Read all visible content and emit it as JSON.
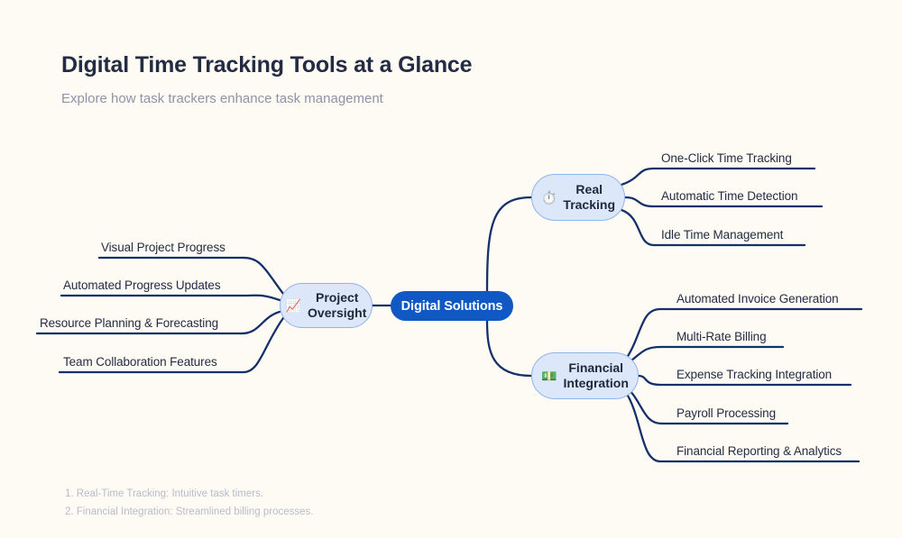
{
  "header": {
    "title": "Digital Time Tracking Tools at a Glance",
    "subtitle": "Explore how task trackers enhance task management"
  },
  "colors": {
    "background": "#fdfbf3",
    "title": "#242c44",
    "subtitle": "#8e93a8",
    "root_fill": "#1059c4",
    "root_text": "#ffffff",
    "branch_fill": "#dce7fa",
    "branch_border": "#8fb4ea",
    "branch_text": "#20283f",
    "edge": "#15306b",
    "leaf_text": "#242c44",
    "footer_text": "#b9bcca"
  },
  "mindmap": {
    "root": {
      "label": "Digital Solutions"
    },
    "branches": [
      {
        "id": "project-oversight",
        "label": "Project\nOversight",
        "emoji": "📈",
        "icon_name": "chart-increasing-icon",
        "side": "left",
        "leaves": [
          {
            "label": "Visual Project Progress"
          },
          {
            "label": "Automated Progress Updates"
          },
          {
            "label": "Resource Planning & Forecasting"
          },
          {
            "label": "Team Collaboration Features"
          }
        ]
      },
      {
        "id": "real-tracking",
        "label": "Real\nTracking",
        "emoji": "⏱️",
        "icon_name": "stopwatch-icon",
        "side": "right",
        "leaves": [
          {
            "label": "One-Click Time Tracking"
          },
          {
            "label": "Automatic Time Detection"
          },
          {
            "label": "Idle Time Management"
          }
        ]
      },
      {
        "id": "financial-integration",
        "label": "Financial\nIntegration",
        "emoji": "💵",
        "icon_name": "banknote-icon",
        "side": "right",
        "leaves": [
          {
            "label": "Automated Invoice Generation"
          },
          {
            "label": "Multi-Rate Billing"
          },
          {
            "label": "Expense Tracking Integration"
          },
          {
            "label": "Payroll Processing"
          },
          {
            "label": "Financial Reporting & Analytics"
          }
        ]
      }
    ]
  },
  "footer": {
    "notes": [
      "1. Real-Time Tracking: Intuitive task timers.",
      "2. Financial Integration: Streamlined billing processes."
    ]
  }
}
